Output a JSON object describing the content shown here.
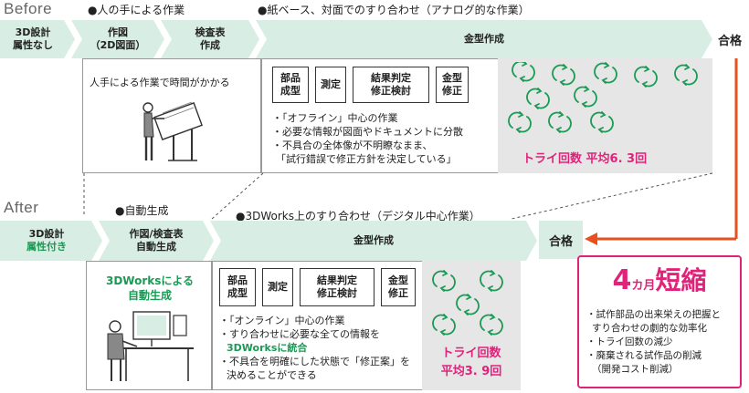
{
  "before": {
    "label": "Before",
    "annot_manual": "●人の手による作業",
    "annot_paper": "●紙ベース、対面でのすり合わせ（アナログ的な作業）",
    "chev_design": [
      "3D設計",
      "属性なし"
    ],
    "chev_drawing": [
      "作図",
      "（2D図面）"
    ],
    "chev_inspect": [
      "検査表",
      "作成"
    ],
    "chev_mold": "金型作成",
    "pass": "合格",
    "manual_caption": "人手による作業で時間がかかる",
    "steps": [
      [
        "部品",
        "成型"
      ],
      [
        "測定"
      ],
      [
        "結果判定",
        "修正検討"
      ],
      [
        "金型",
        "修正"
      ]
    ],
    "bullets": [
      "・「オフライン」中心の作業",
      "・必要な情報が図面やドキュメントに分散",
      "・不具合の全体像が不明瞭なまま、",
      "「試行錯誤で修正方針を決定している」"
    ],
    "trials": "トライ回数  平均6. 3回"
  },
  "after": {
    "label": "After",
    "annot_auto": "●自動生成",
    "annot_digital": "●3DWorks上のすり合わせ（デジタル中心作業）",
    "chev_design": [
      "3D設計",
      "属性付き"
    ],
    "chev_drawing": [
      "作図/検査表",
      "自動生成"
    ],
    "chev_mold": "金型作成",
    "pass": "合格",
    "auto_caption": [
      "3DWorksによる",
      "自動生成"
    ],
    "steps": [
      [
        "部品",
        "成型"
      ],
      [
        "測定"
      ],
      [
        "結果判定",
        "修正検討"
      ],
      [
        "金型",
        "修正"
      ]
    ],
    "bullets": {
      "b1": "・「オンライン」中心の作業",
      "b2": "・すり合わせに必要な全ての情報を",
      "b2b": "3DWorksに統合",
      "b3": "・不具合を明確にした状態で「修正案」を",
      "b3b": "決めることができる"
    },
    "trials": [
      "トライ回数",
      "平均3. 9回"
    ]
  },
  "result": {
    "num": "4",
    "unit": "カ月",
    "word": "短縮",
    "items": [
      "・試作部品の出来栄えの把握と",
      "すり合わせの劇的な効率化",
      "・トライ回数の減少",
      "・廃棄される試作品の削減",
      "（開発コスト削減）"
    ]
  },
  "colors": {
    "chevron": "#d8ede3",
    "green": "#1a9a54",
    "pink": "#e0237a",
    "arrow": "#e8501e"
  }
}
